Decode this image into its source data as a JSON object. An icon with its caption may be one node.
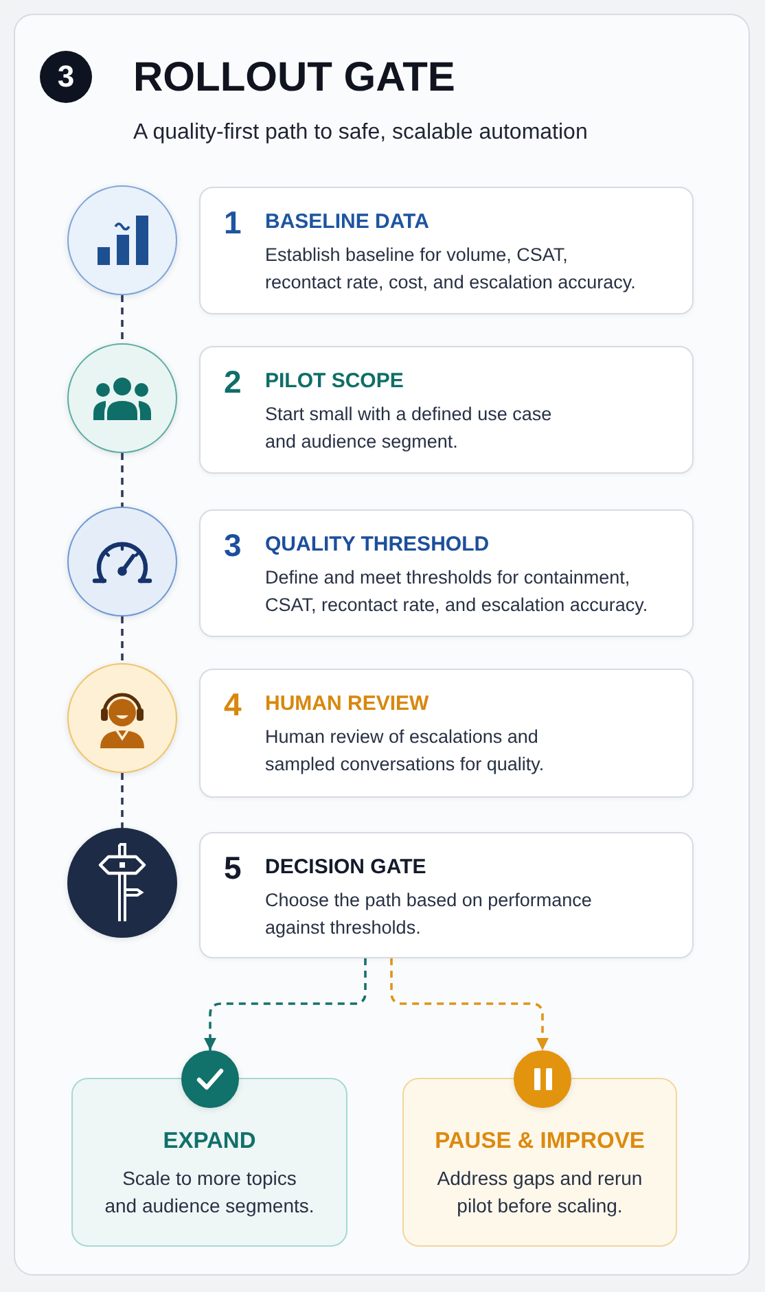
{
  "diagram": {
    "title": "ROLLOUT GATE",
    "nodes": [
      {
        "text": [
          "3"
        ]
      },
      {
        "text": [],
        "shape": "circle"
      },
      {
        "text": [
          "1",
          "BASELINE DATA",
          "Establish baseline for volume, CSAT, recontact rate, cost, and escalation accuracy."
        ]
      },
      {
        "text": [],
        "shape": "circle"
      },
      {
        "text": [
          "2",
          "PILOT SCOPE",
          "Start small with a defined use case and audience segment."
        ]
      },
      {
        "text": [],
        "shape": "circle"
      },
      {
        "text": [
          "3",
          "QUALITY THRESHOLD",
          "Define and meet thresholds for containment, CSAT, recontact rate, and escalation accuracy."
        ]
      },
      {
        "text": [],
        "shape": "circle"
      },
      {
        "text": [
          "4",
          "HUMAN REVIEW",
          "Human review of escalations and sampled conversations for quality."
        ]
      },
      {
        "text": [],
        "shape": "circle"
      },
      {
        "text": [
          "5",
          "DECISION GATE",
          "Choose the path based on performance against thresholds."
        ]
      },
      {
        "text": [],
        "shape": "circle"
      },
      {
        "text": [],
        "shape": "circle"
      },
      {
        "text": [
          "EXPAND",
          "Scale to more topics and audience segments."
        ]
      },
      {
        "text": [
          "PAUSE & IMPROVE",
          "Address gaps and rerun pilot before scaling."
        ]
      }
    ],
    "edges": [
      {
        "from": 1,
        "to": 3,
        "arrow": "none",
        "style": "dashed"
      },
      {
        "from": 3,
        "to": 5,
        "arrow": "none",
        "style": "dashed"
      },
      {
        "from": 5,
        "to": 7,
        "arrow": "none",
        "style": "dashed"
      },
      {
        "from": 7,
        "to": 9,
        "arrow": "none",
        "style": "dashed"
      },
      {
        "from": 10,
        "to": 11,
        "arrow": "to",
        "style": "dashed",
        "color": "#15716b"
      },
      {
        "from": 10,
        "to": 12,
        "arrow": "to",
        "style": "dashed",
        "color": "#e0941a"
      }
    ],
    "labels": [
      "A quality-first path to safe, scalable automation"
    ]
  }
}
